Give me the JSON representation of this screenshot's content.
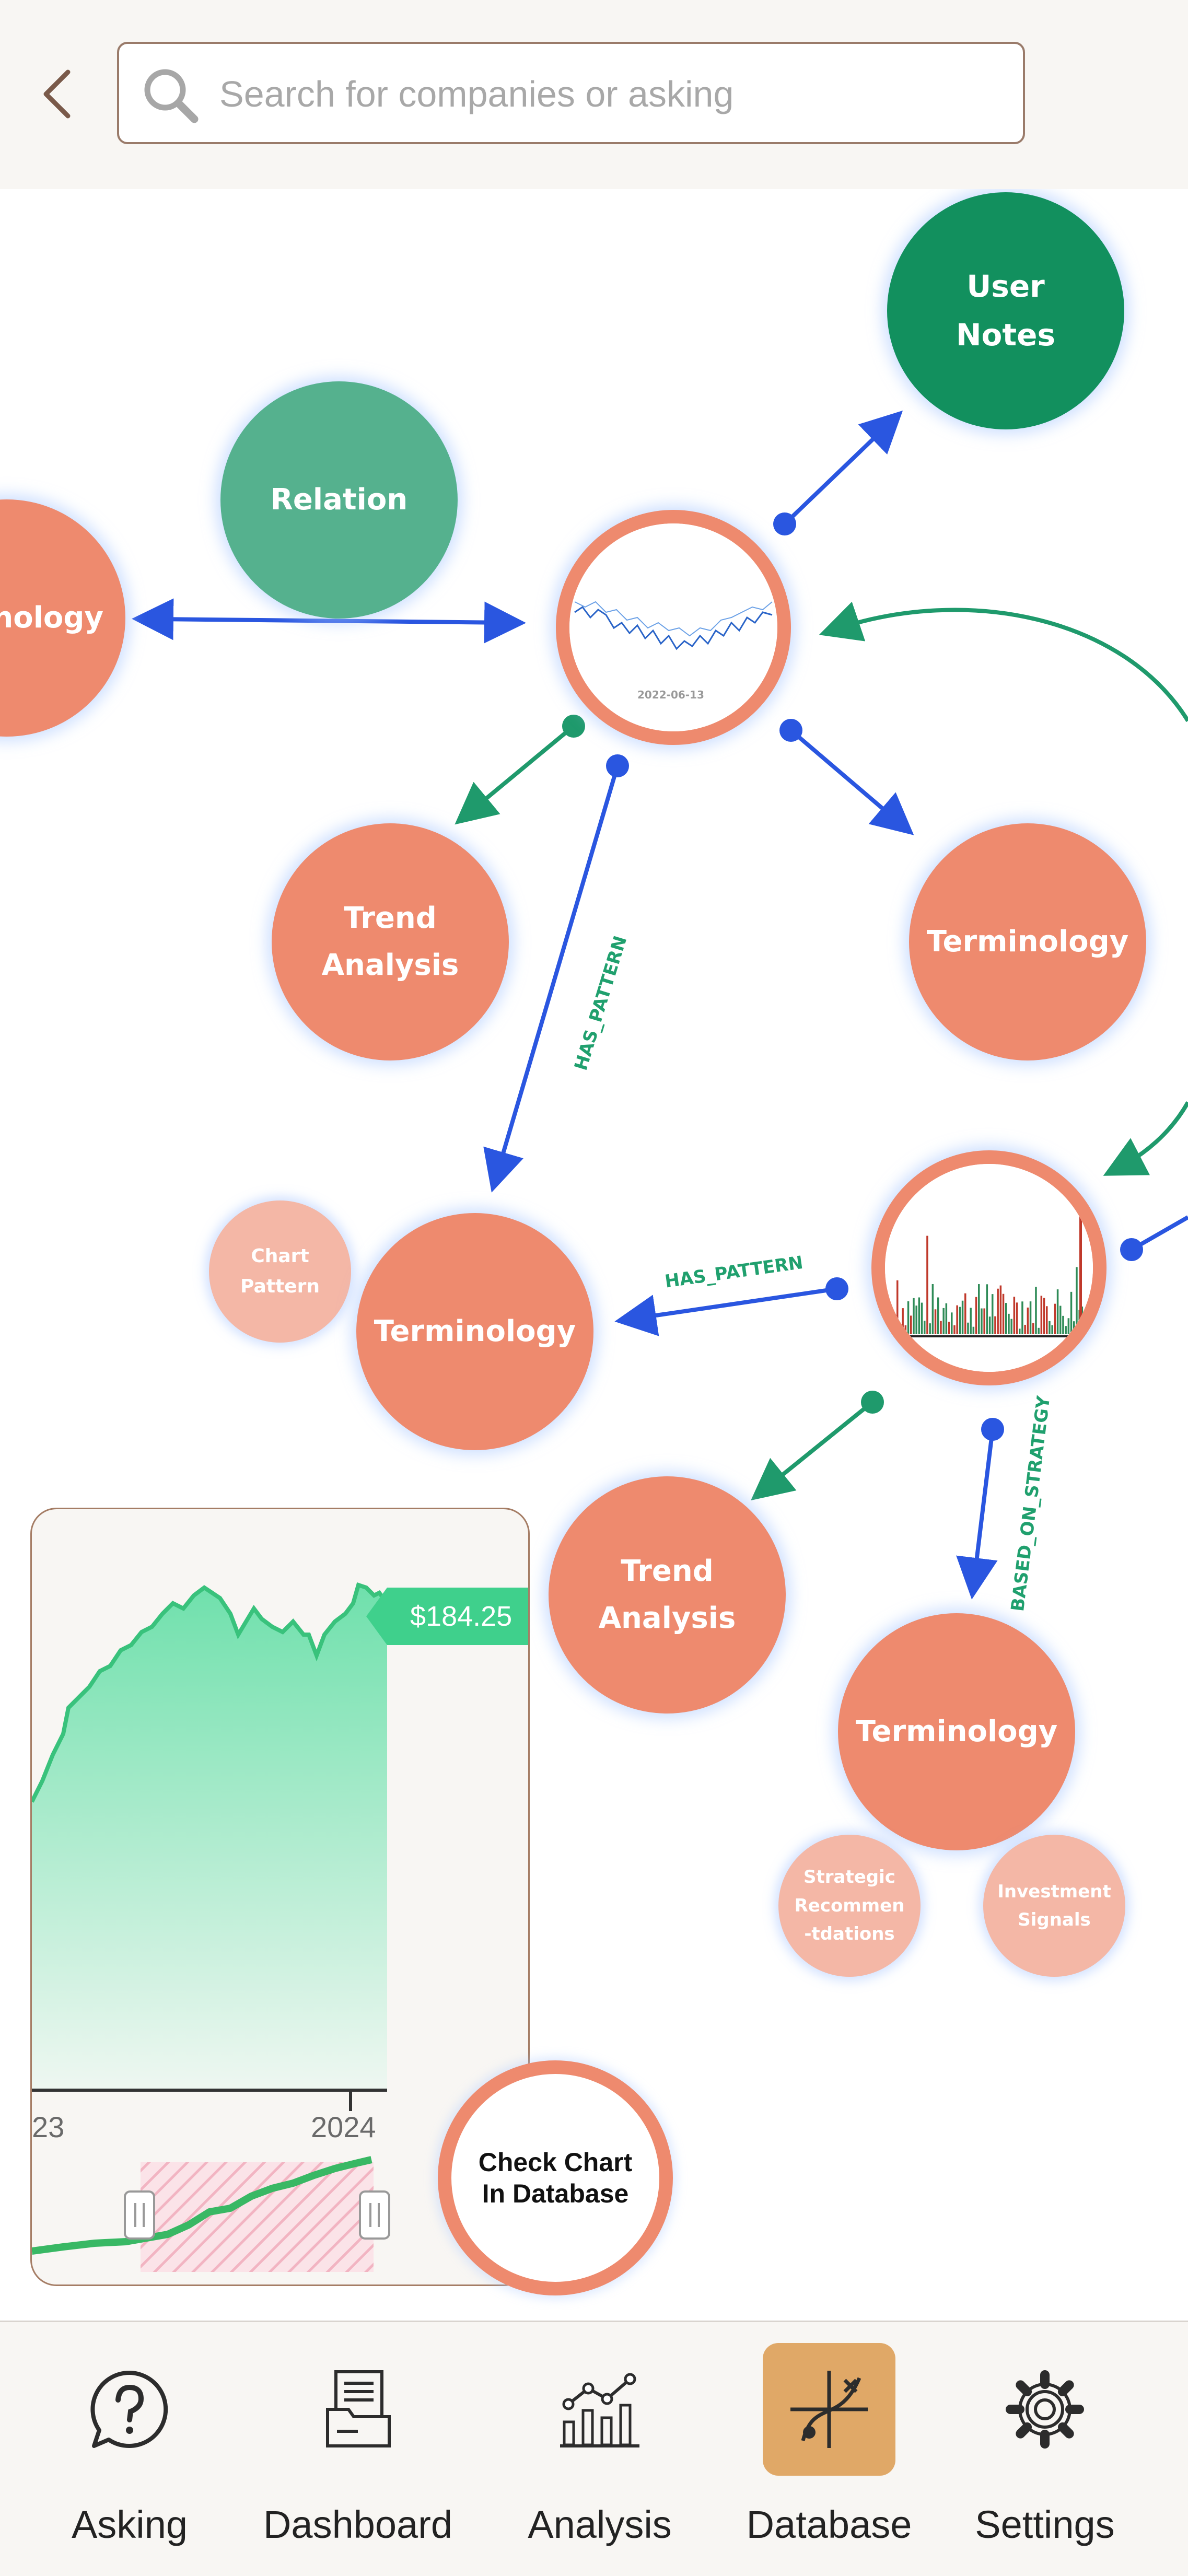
{
  "search": {
    "placeholder": "Search for companies or asking"
  },
  "graph": {
    "nodes": {
      "terminology_left": "nology",
      "relation": "Relation",
      "user_notes": "User\nNotes",
      "trend_analysis_1": "Trend\nAnalysis",
      "terminology_right": "Terminology",
      "chart_pattern": "Chart\nPattern",
      "terminology_middle": "Terminology",
      "trend_analysis_2": "Trend\nAnalysis",
      "terminology_bottom": "Terminology",
      "strategic_recommendations": "Strategic\nRecommen\n-tdations",
      "investment_signals": "Investment\nSignals"
    },
    "edge_labels": {
      "has_pattern_1": "HAS_PATTERN",
      "has_pattern_2": "HAS_PATTERN",
      "based_on_strategy": "BASED_ON_STRATEGY"
    },
    "thumbnail_date": "2022-06-13",
    "colors": {
      "node": "#ee8a6e",
      "edge_blue": "#2a56e0",
      "edge_green": "#1f9a6c"
    }
  },
  "stock_card": {
    "price": "$184.25",
    "axis": {
      "left_label": "23",
      "right_label": "2024"
    }
  },
  "check_chart": {
    "label": "Check Chart\nIn Database"
  },
  "nav": {
    "items": [
      {
        "label": "Asking",
        "icon": "question-bubble-icon"
      },
      {
        "label": "Dashboard",
        "icon": "document-folder-icon"
      },
      {
        "label": "Analysis",
        "icon": "bar-line-chart-icon"
      },
      {
        "label": "Database",
        "icon": "database-graph-icon",
        "active": true
      },
      {
        "label": "Settings",
        "icon": "gear-icon"
      }
    ]
  }
}
